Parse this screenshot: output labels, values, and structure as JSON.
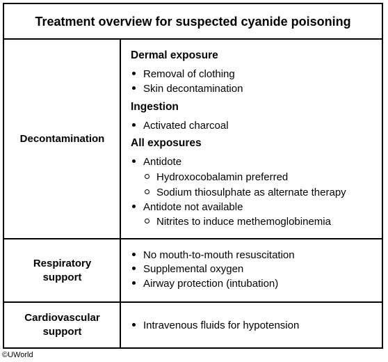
{
  "title": "Treatment overview for suspected cyanide poisoning",
  "rows": {
    "decontamination": {
      "label": "Decontamination",
      "dermal": {
        "heading": "Dermal exposure",
        "items": [
          "Removal of clothing",
          "Skin decontamination"
        ]
      },
      "ingestion": {
        "heading": "Ingestion",
        "items": [
          "Activated charcoal"
        ]
      },
      "all": {
        "heading": "All exposures",
        "antidote": "Antidote",
        "antidote_subitems": [
          "Hydroxocobalamin preferred",
          "Sodium thiosulphate as alternate therapy"
        ],
        "unavailable": "Antidote not available",
        "unavailable_subitems": [
          "Nitrites to induce methemoglobinemia"
        ]
      }
    },
    "respiratory": {
      "label_line1": "Respiratory",
      "label_line2": "support",
      "items": [
        "No mouth-to-mouth resuscitation",
        "Supplemental oxygen",
        "Airway protection (intubation)"
      ]
    },
    "cardiovascular": {
      "label_line1": "Cardiovascular",
      "label_line2": "support",
      "items": [
        "Intravenous fluids for hypotension"
      ]
    }
  },
  "copyright": "©UWorld"
}
